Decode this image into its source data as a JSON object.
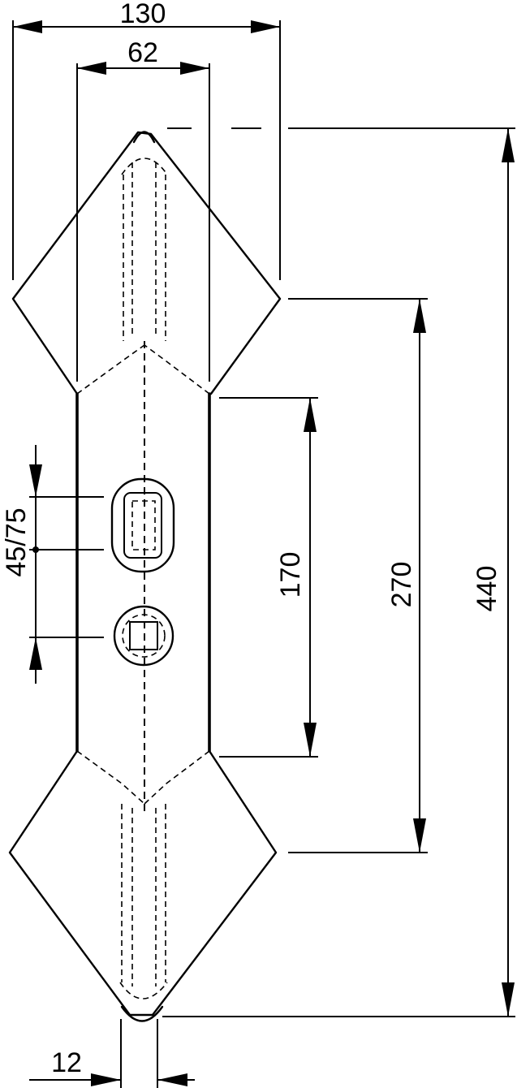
{
  "dimensions": {
    "overall_width": "130",
    "neck_width": "62",
    "total_length": "440",
    "wing_span": "270",
    "shank_length": "170",
    "hole_spacing": "45/75",
    "tip_width": "12"
  },
  "colors": {
    "ink": "#000000",
    "paper": "#ffffff"
  }
}
